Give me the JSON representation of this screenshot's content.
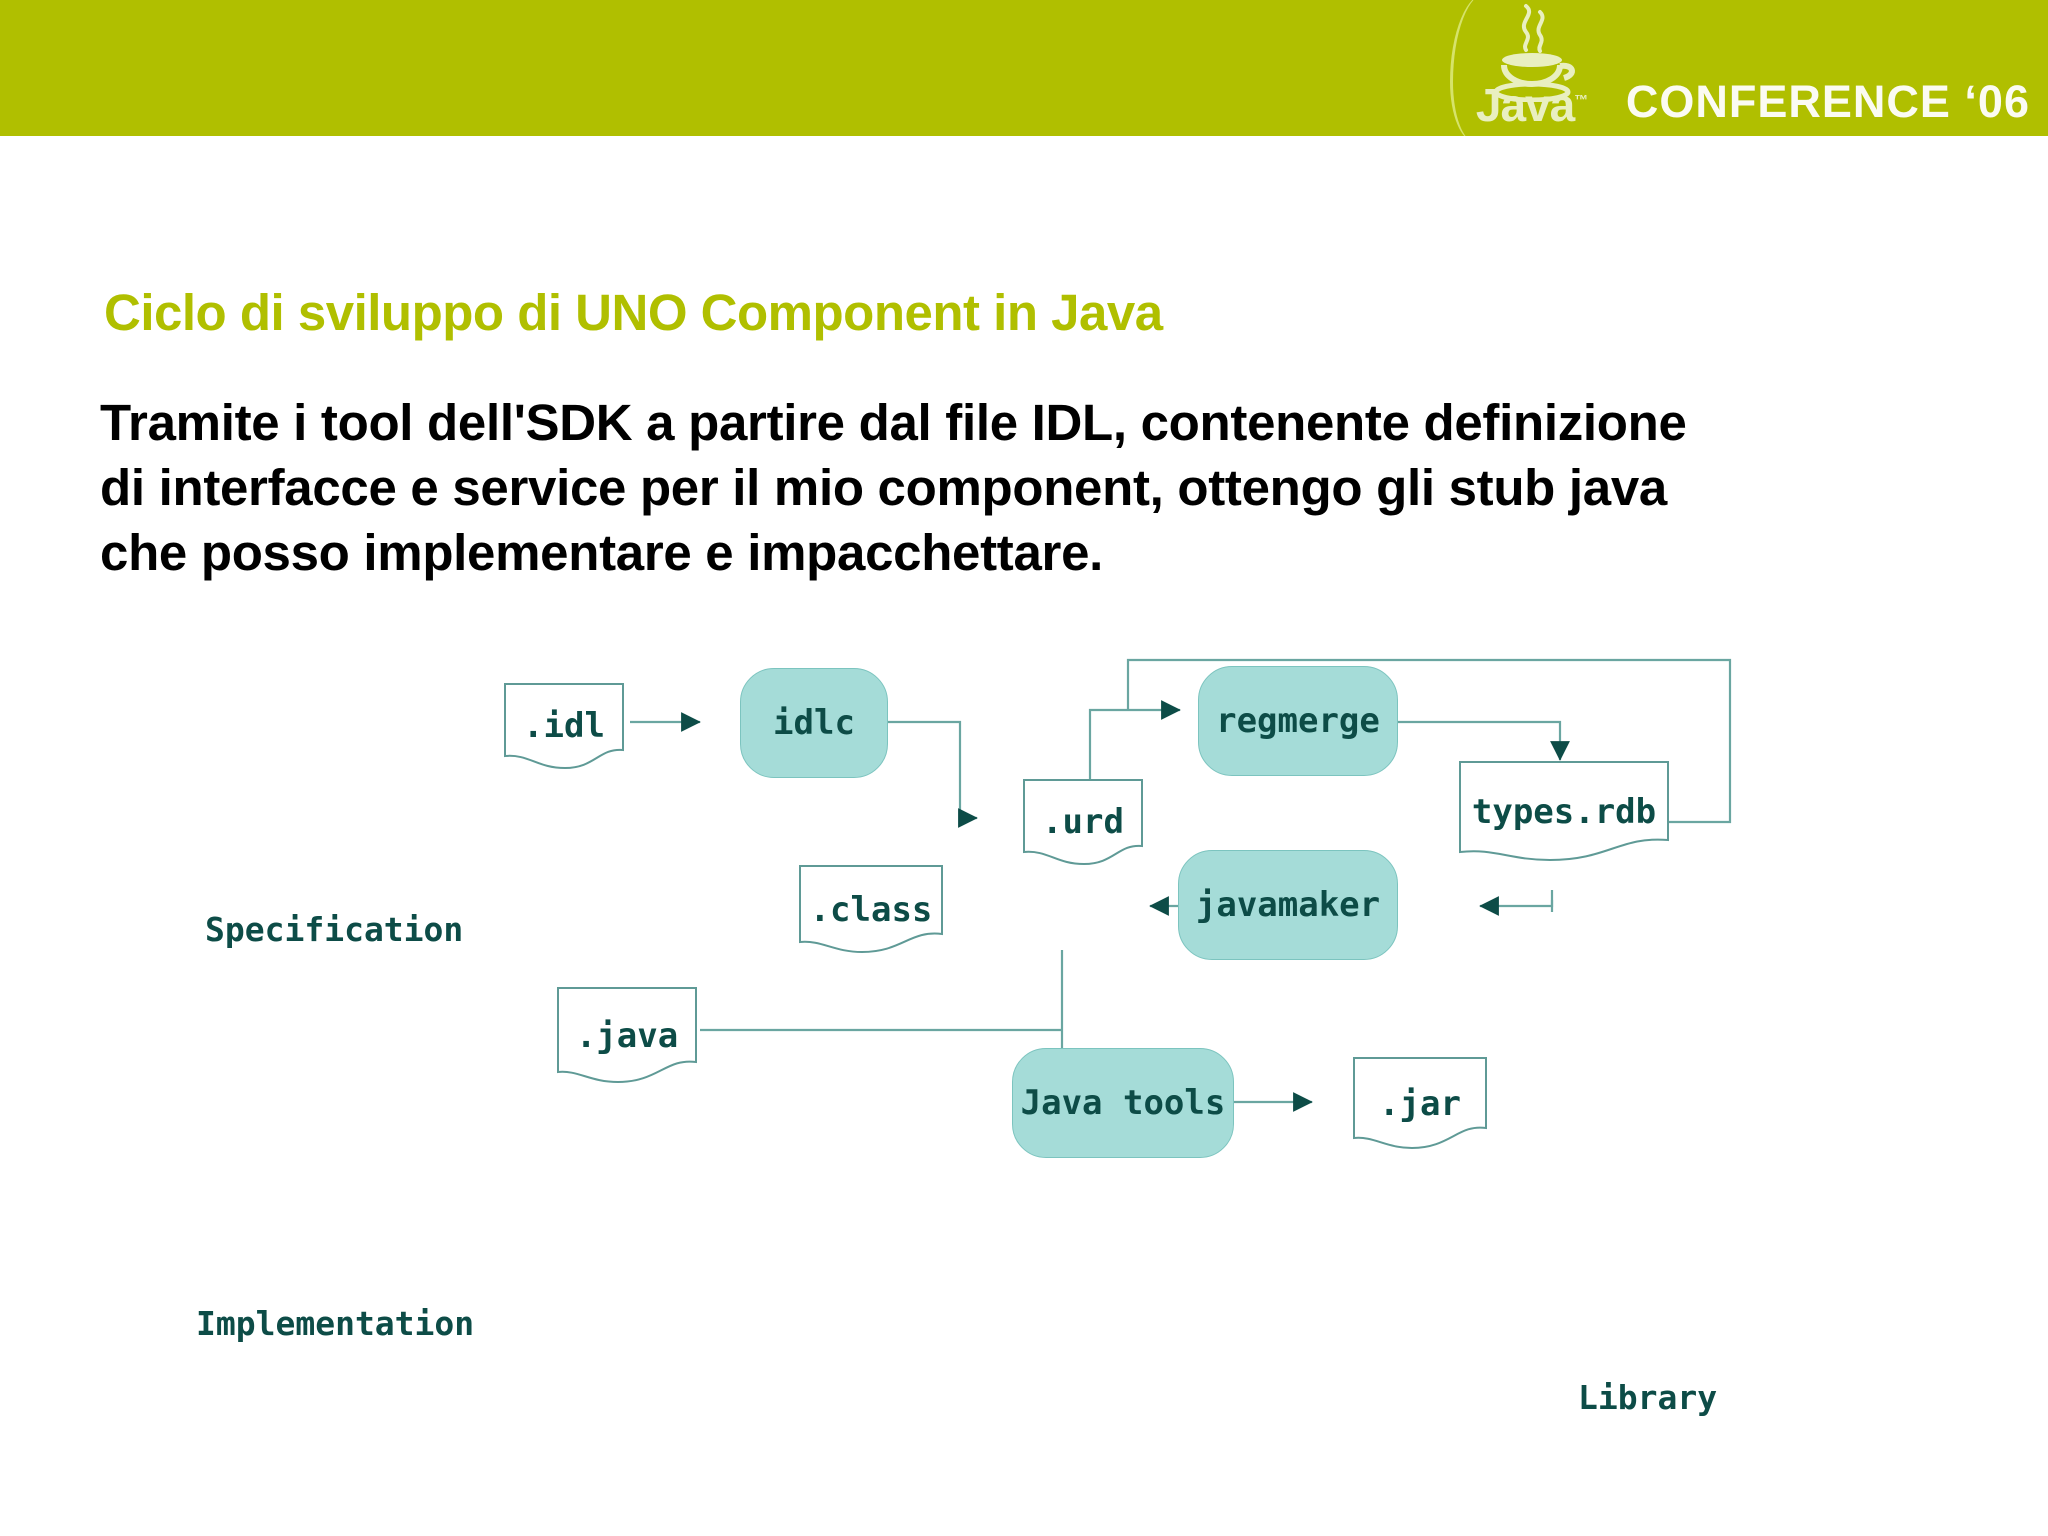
{
  "header": {
    "band_color": "#b0bf00",
    "logo_icon": "java-coffee-cup-logo",
    "logo_wordmark": "Java",
    "logo_trademark": "™",
    "conference_text": "CONFERENCE ‘06"
  },
  "slide": {
    "title": "Ciclo di sviluppo di UNO Component in Java",
    "title_color": "#b0bf00",
    "body_lines": [
      "Tramite i tool dell'SDK a partire dal file IDL, contenente definizione",
      "di interfacce e service per il mio component, ottengo gli stub java",
      "che posso implementare e impacchettare."
    ]
  },
  "diagram": {
    "accent_fill": "#a5dcd8",
    "accent_stroke": "#7cc4bf",
    "text_color": "#0d4c47",
    "line_color": "#6aa6a1",
    "side_labels": [
      {
        "id": "specification",
        "text": "Specification"
      },
      {
        "id": "implementation",
        "text": "Implementation"
      },
      {
        "id": "library",
        "text": "Library"
      }
    ],
    "documents": [
      {
        "id": "idl",
        "label": ".idl"
      },
      {
        "id": "urd",
        "label": ".urd"
      },
      {
        "id": "typesrdb",
        "label": "types.rdb"
      },
      {
        "id": "class",
        "label": ".class"
      },
      {
        "id": "java",
        "label": ".java"
      },
      {
        "id": "jar",
        "label": ".jar"
      }
    ],
    "tools": [
      {
        "id": "idlc",
        "label": "idlc"
      },
      {
        "id": "regmerge",
        "label": "regmerge"
      },
      {
        "id": "javamaker",
        "label": "javamaker"
      },
      {
        "id": "javatools",
        "label": "Java tools"
      }
    ],
    "flows": [
      {
        "from": ".idl",
        "to": "idlc"
      },
      {
        "from": "idlc",
        "to": ".urd"
      },
      {
        "from": ".urd",
        "to": "regmerge"
      },
      {
        "from": "regmerge",
        "to": "types.rdb"
      },
      {
        "from": "types.rdb",
        "to": "regmerge"
      },
      {
        "from": "types.rdb",
        "to": "javamaker"
      },
      {
        "from": "javamaker",
        "to": ".class"
      },
      {
        "from": ".class",
        "to": "Java tools"
      },
      {
        "from": ".java",
        "to": "Java tools"
      },
      {
        "from": "Java tools",
        "to": ".jar"
      }
    ]
  }
}
